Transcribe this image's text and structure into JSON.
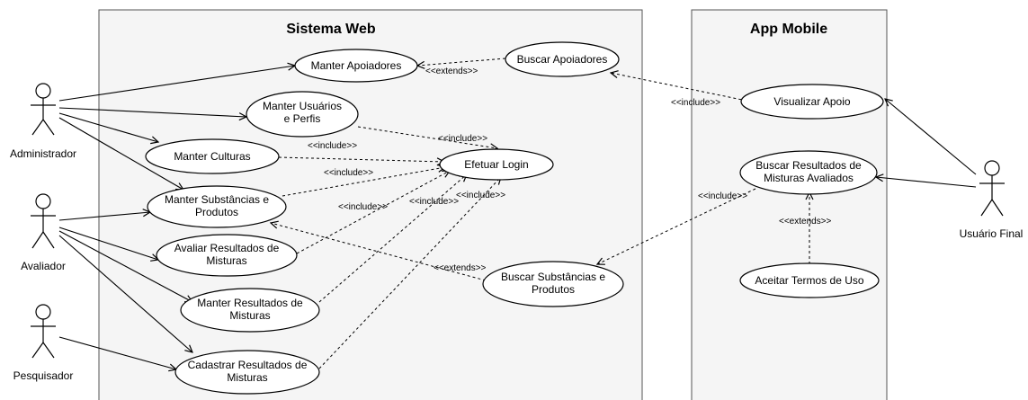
{
  "systems": {
    "web": "Sistema Web",
    "mobile": "App Mobile"
  },
  "actors": {
    "administrador": "Administrador",
    "avaliador": "Avaliador",
    "pesquisador": "Pesquisador",
    "usuario_final": "Usuário Final"
  },
  "use_cases": {
    "manter_apoiadores": [
      "Manter Apoiadores"
    ],
    "manter_usuarios": [
      "Manter Usuários",
      "e Perfis"
    ],
    "manter_culturas": [
      "Manter Culturas"
    ],
    "manter_substancias": [
      "Manter Substâncias e",
      "Produtos"
    ],
    "avaliar_resultados": [
      "Avaliar Resultados de",
      "Misturas"
    ],
    "manter_resultados": [
      "Manter Resultados de",
      "Misturas"
    ],
    "cadastrar_resultados": [
      "Cadastrar Resultados de",
      "Misturas"
    ],
    "buscar_apoiadores": [
      "Buscar Apoiadores"
    ],
    "efetuar_login": [
      "Efetuar Login"
    ],
    "buscar_substancias": [
      "Buscar Substâncias e",
      "Produtos"
    ],
    "visualizar_apoio": [
      "Visualizar Apoio"
    ],
    "buscar_resultados_avaliados": [
      "Buscar Resultados de",
      "Misturas Avaliados"
    ],
    "aceitar_termos": [
      "Aceitar Termos de Uso"
    ]
  },
  "stereotypes": {
    "include": "<<include>>",
    "extends": "<<extends>>"
  }
}
